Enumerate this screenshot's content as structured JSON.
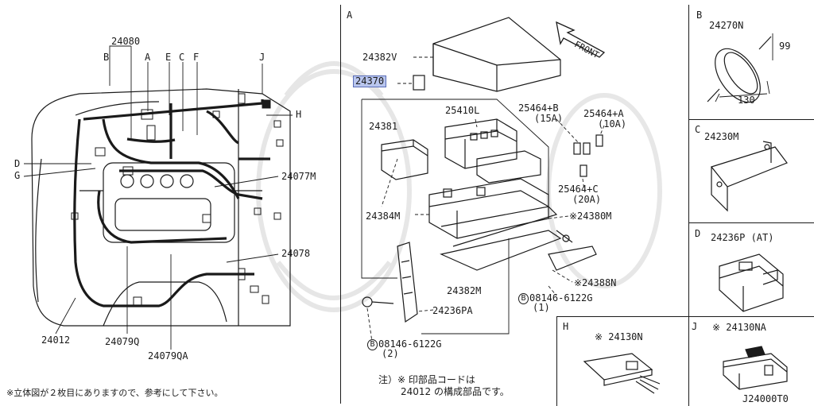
{
  "left_panel": {
    "labels": {
      "p24080": "24080",
      "b": "B",
      "a": "A",
      "e": "E",
      "c": "C",
      "f": "F",
      "j": "J",
      "h": "H",
      "d": "D",
      "g": "G",
      "p24077m": "24077M",
      "p24078": "24078",
      "p24012": "24012",
      "p24079q": "24079Q",
      "p24079qa": "24079QA"
    },
    "footnote": "※立体図が２枚目にありますので、参考にして下さい。"
  },
  "panel_a": {
    "letter": "A",
    "front": "FRONT",
    "labels": {
      "p24382v": "24382V",
      "p24370": "24370",
      "p24381": "24381",
      "p25410l": "25410L",
      "p25464b": "25464+B",
      "p25464b_sub": "(15A)",
      "p25464a": "25464+A",
      "p25464a_sub": "(10A)",
      "p25464c": "25464+C",
      "p25464c_sub": "(20A)",
      "p24384m": "24384M",
      "p24380m": "※24380M",
      "p24388n": "※24388N",
      "p24382m": "24382M",
      "bolt1": "08146-6122G",
      "bolt1_sub": "(1)",
      "p24236pa": "24236PA",
      "bolt2": "08146-6122G",
      "bolt2_sub": "(2)",
      "b_circle": "B"
    },
    "note_line1": "注）※ 印部品コードは",
    "note_line2": "24012 の構成部品です。"
  },
  "panel_b": {
    "letter": "B",
    "part": "24270N",
    "dim_h": "99",
    "dim_w": "130"
  },
  "panel_c": {
    "letter": "C",
    "part": "24230M"
  },
  "panel_d": {
    "letter": "D",
    "part": "24236P (AT)"
  },
  "panel_h": {
    "letter": "H",
    "part": "※ 24130N"
  },
  "panel_j": {
    "letter": "J",
    "part": "※ 24130NA"
  },
  "drawing_code": "J24000T0"
}
